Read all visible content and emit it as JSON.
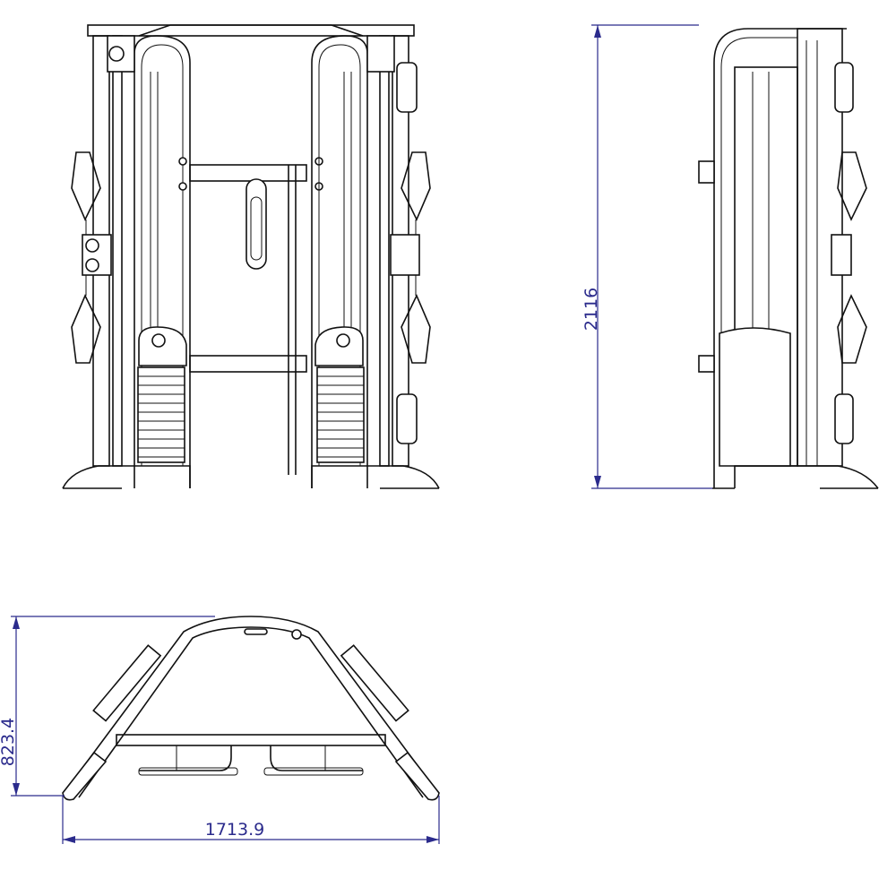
{
  "title": "Functional trainer dimension drawing",
  "colors": {
    "line": "#111111",
    "dimension": "#2b2b8c"
  },
  "dimensions": {
    "height": "2116",
    "depth": "823.4",
    "width": "1713.9"
  }
}
